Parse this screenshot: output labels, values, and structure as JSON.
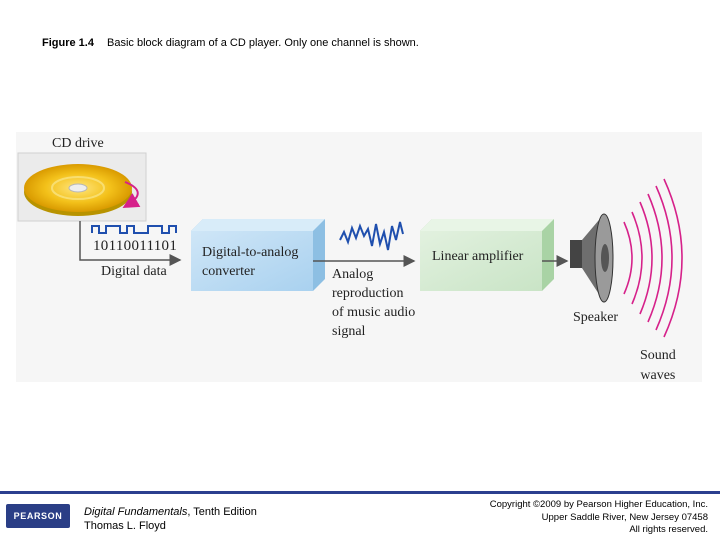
{
  "figure": {
    "number": "Figure 1.4",
    "caption": "Basic block diagram of a CD player. Only one channel is shown."
  },
  "diagram": {
    "cd_drive_label": "CD drive",
    "digital_bits": "10110011101",
    "digital_data_label": "Digital data",
    "dac_label_line1": "Digital-to-analog",
    "dac_label_line2": "converter",
    "amplifier_label": "Linear amplifier",
    "analog_label_lines": [
      "Analog",
      "reproduction",
      "of music audio",
      "signal"
    ],
    "speaker_label": "Speaker",
    "sound_waves_label_line1": "Sound",
    "sound_waves_label_line2": "waves",
    "colors": {
      "block_fill": "#bcdcf2",
      "amp_fill": "#d4ebd2",
      "signal_blue": "#1f4fae",
      "wave_magenta": "#d6218a",
      "cd_gold": "#f3c11a",
      "arrow": "#555555"
    }
  },
  "footer": {
    "logo_text": "PEARSON",
    "book_title": "Digital Fundamentals",
    "book_edition": ", Tenth Edition",
    "author": "Thomas L. Floyd",
    "copyright_line1": "Copyright ©2009 by Pearson Higher Education, Inc.",
    "copyright_line2": "Upper Saddle River, New Jersey 07458",
    "copyright_line3": "All rights reserved."
  }
}
